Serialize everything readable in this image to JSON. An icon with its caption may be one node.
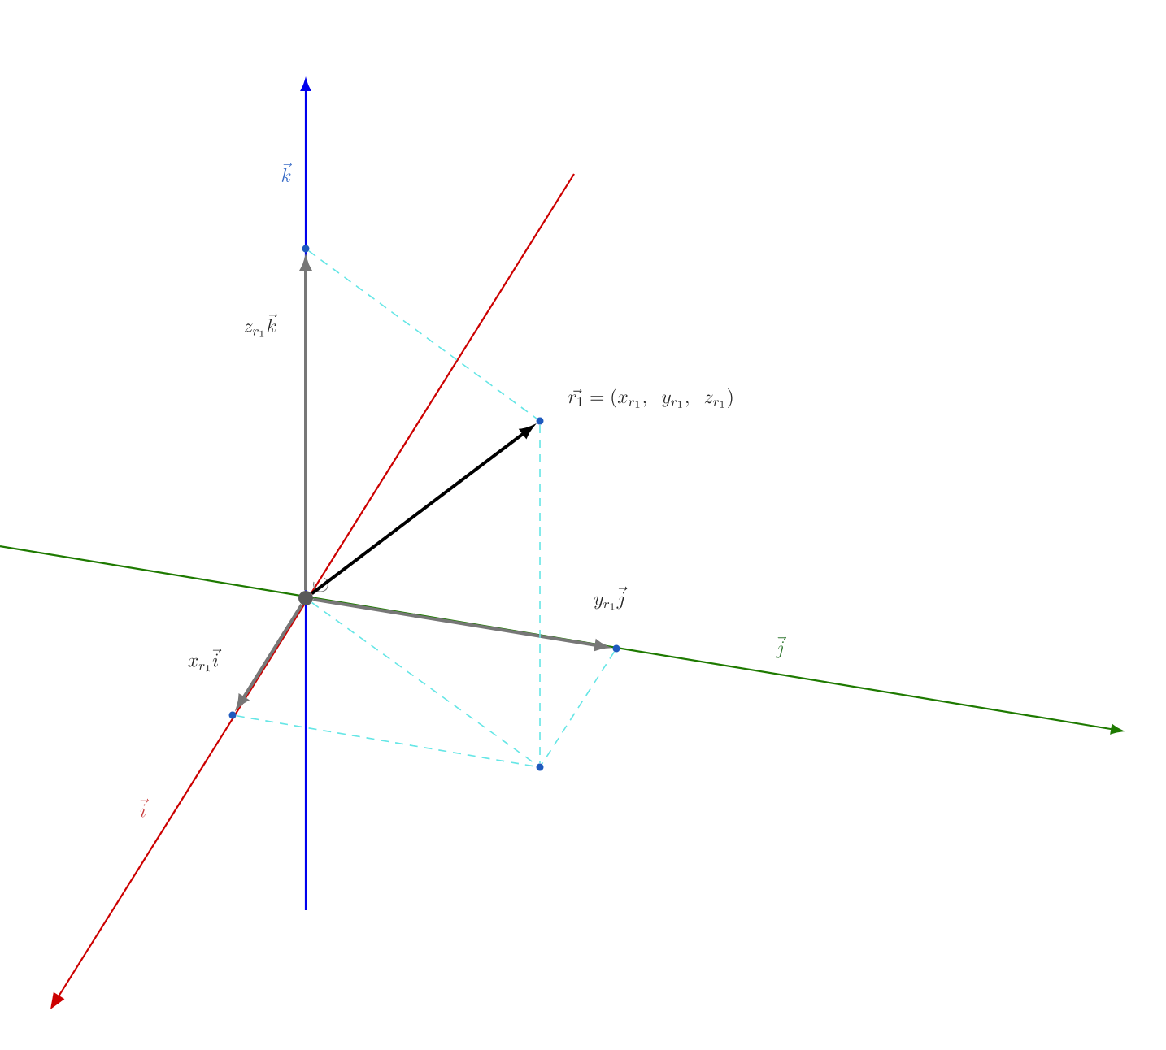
{
  "diagram": {
    "nodes": [
      {
        "text": [],
        "shape": "circle"
      },
      {
        "text": [],
        "shape": "circle"
      },
      {
        "text": [],
        "shape": "circle"
      },
      {
        "text": [],
        "shape": "circle"
      },
      {
        "text": [],
        "shape": "circle",
        "beside": [
          "\\vec{r_1} = (x_{r_1},\\ \\ y_{r_1},\\ \\ z_{r_1})"
        ]
      },
      {
        "text": [],
        "shape": "circle"
      }
    ],
    "edges": [
      {
        "from": 0,
        "to": 3,
        "arrow": "to",
        "color": "#777777"
      },
      {
        "from": 0,
        "to": 4,
        "arrow": "to",
        "color": "#000000"
      },
      {
        "from": 0,
        "to": 2,
        "arrow": "to",
        "color": "#777777"
      },
      {
        "from": 0,
        "to": 1,
        "arrow": "to",
        "color": "#777777"
      },
      {
        "from": 3,
        "to": 4,
        "arrow": "none",
        "style": "dashed",
        "color": "#66e6e6"
      },
      {
        "from": 4,
        "to": 5,
        "arrow": "none",
        "style": "dashed",
        "color": "#66e6e6"
      },
      {
        "from": 0,
        "to": 5,
        "arrow": "none",
        "style": "dashed",
        "color": "#66e6e6"
      },
      {
        "from": 1,
        "to": 5,
        "arrow": "none",
        "style": "dashed",
        "color": "#66e6e6"
      },
      {
        "from": 2,
        "to": 5,
        "arrow": "none",
        "style": "dashed",
        "color": "#66e6e6"
      }
    ],
    "labels": [
      "\\vec{k}",
      "z_{r_1}\\vec{k}",
      "y_{r_1}\\vec{j}",
      "\\vec{j}",
      "x_{r_1}\\vec{i}",
      "\\vec{i}"
    ]
  }
}
